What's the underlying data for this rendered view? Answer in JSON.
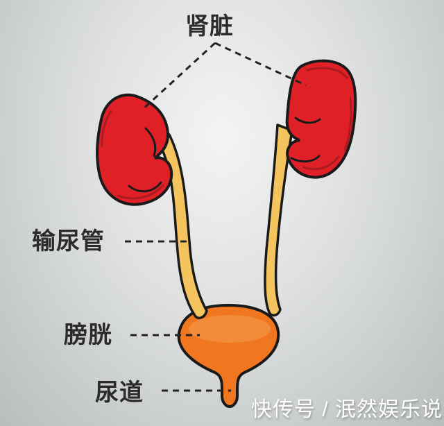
{
  "labels": {
    "kidney": "肾脏",
    "ureter": "输尿管",
    "bladder": "膀胱",
    "urethra": "尿道"
  },
  "watermark": "快传号 / 泯然娱乐说",
  "colors": {
    "kidney_red": "#df2127",
    "kidney_shade": "#a91b20",
    "ureter_yellow": "#f4c55f",
    "bladder_orange": "#f0761f",
    "bladder_highlight": "#f28b3a",
    "outline_black": "#1a1a1a",
    "leader_line": "#222222",
    "label_text": "#2b2b2b",
    "watermark_white": "#ffffff",
    "background_center": "#f3f4f4",
    "background_edge": "#b9bdbe"
  }
}
